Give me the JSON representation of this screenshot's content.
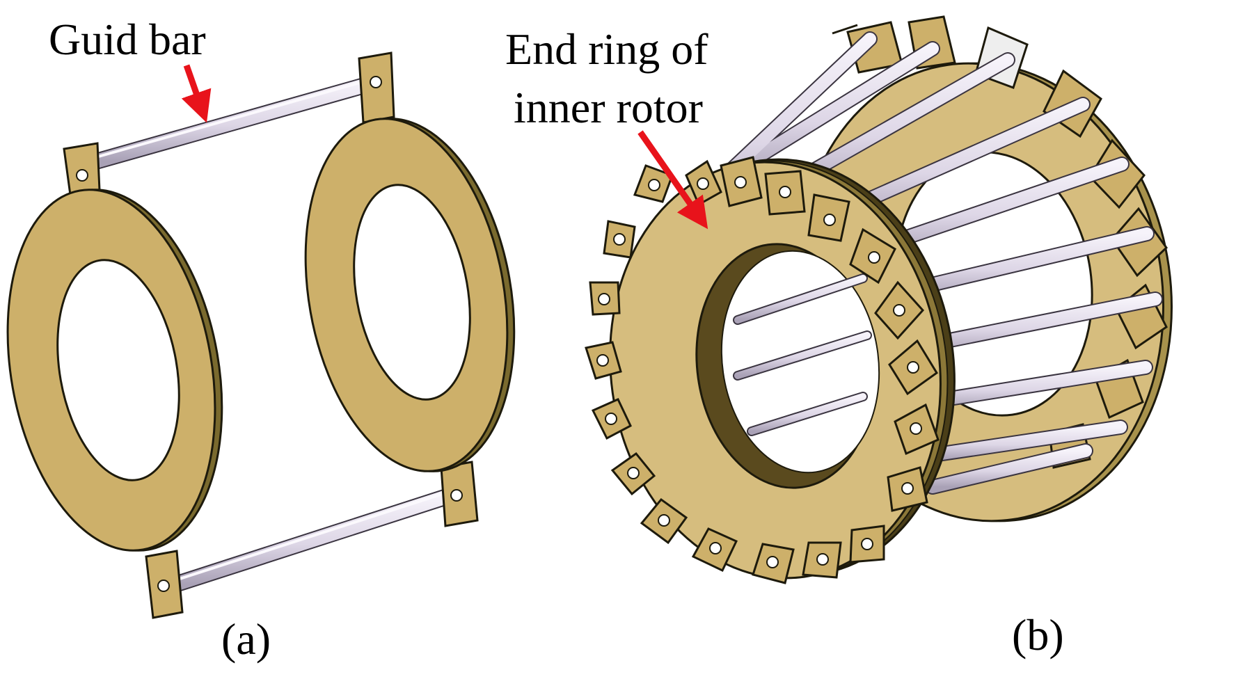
{
  "labels": {
    "guide_bar": "Guid bar",
    "end_ring_line1": "End ring of",
    "end_ring_line2": "inner rotor",
    "panel_a": "(a)",
    "panel_b": "(b)"
  },
  "colors": {
    "ring_fill": "#cdb06a",
    "ring_face": "#d6bd7e",
    "ring_dark": "#7a6a2e",
    "ring_edge": "#2a2410",
    "bar_fill": "#e6e0ee",
    "bar_shade": "#b7afc4",
    "arrow": "#e8131b"
  },
  "icons": {
    "arrow": "red-pointer-arrow"
  }
}
